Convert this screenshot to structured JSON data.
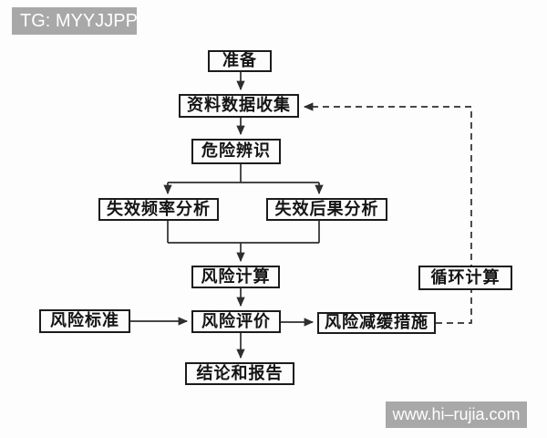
{
  "watermarks": {
    "top_left": "TG: MYYJJPP",
    "bottom_right": "www.hi–rujia.com"
  },
  "colors": {
    "badge_bg": "#a8a8a8",
    "badge_text": "#ffffff",
    "line": "#2e2e2e",
    "box_border": "#1c1c1c",
    "box_bg": "#fcfcfc",
    "canvas_bg": "#fdfdfd"
  },
  "diagram": {
    "type": "flowchart",
    "nodes": {
      "prepare": {
        "label": "准备"
      },
      "collect": {
        "label": "资料数据收集"
      },
      "hazard": {
        "label": "危险辨识"
      },
      "freq": {
        "label": "失效频率分析"
      },
      "conseq": {
        "label": "失效后果分析"
      },
      "calc": {
        "label": "风险计算"
      },
      "criteria": {
        "label": "风险标准"
      },
      "eval": {
        "label": "风险评价"
      },
      "mitigation": {
        "label": "风险减缓措施"
      },
      "loop": {
        "label": "循环计算"
      },
      "conclusion": {
        "label": "结论和报告"
      }
    },
    "edges": [
      {
        "from": "prepare",
        "to": "collect",
        "style": "solid-arrow"
      },
      {
        "from": "collect",
        "to": "hazard",
        "style": "solid-arrow"
      },
      {
        "from": "hazard",
        "to": "freq",
        "style": "solid-arrow"
      },
      {
        "from": "hazard",
        "to": "conseq",
        "style": "solid-arrow"
      },
      {
        "from": "freq",
        "to": "calc",
        "style": "solid-arrow-merged"
      },
      {
        "from": "conseq",
        "to": "calc",
        "style": "solid-arrow-merged"
      },
      {
        "from": "calc",
        "to": "eval",
        "style": "solid-arrow"
      },
      {
        "from": "criteria",
        "to": "eval",
        "style": "solid-arrow"
      },
      {
        "from": "eval",
        "to": "mitigation",
        "style": "solid-arrow"
      },
      {
        "from": "eval",
        "to": "conclusion",
        "style": "solid-arrow"
      },
      {
        "from": "mitigation",
        "to": "collect",
        "style": "dashed-arrow",
        "via": "loop"
      }
    ]
  }
}
